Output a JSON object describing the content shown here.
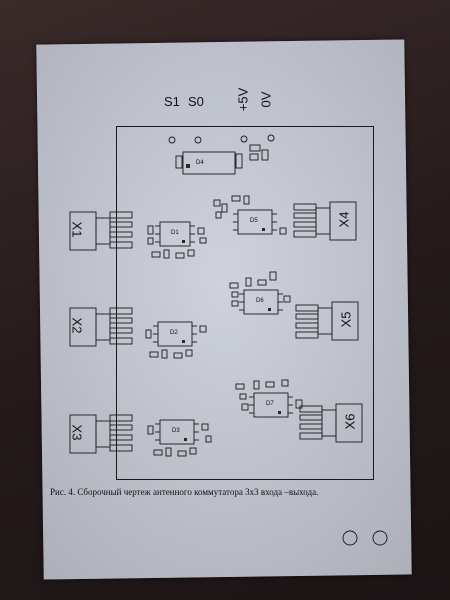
{
  "diagram": {
    "top_labels": [
      "S1",
      "S0",
      "+5V",
      "0V"
    ],
    "connectors_left": [
      "X1",
      "X2",
      "X3"
    ],
    "connectors_right": [
      "X4",
      "X5",
      "X6"
    ],
    "chips": [
      "D4",
      "D1",
      "D5",
      "D6",
      "D2",
      "D7",
      "D3"
    ]
  },
  "caption": "Рис. 4. Сборочный чертеж антенного коммутатора 3х3 входа –выхода."
}
